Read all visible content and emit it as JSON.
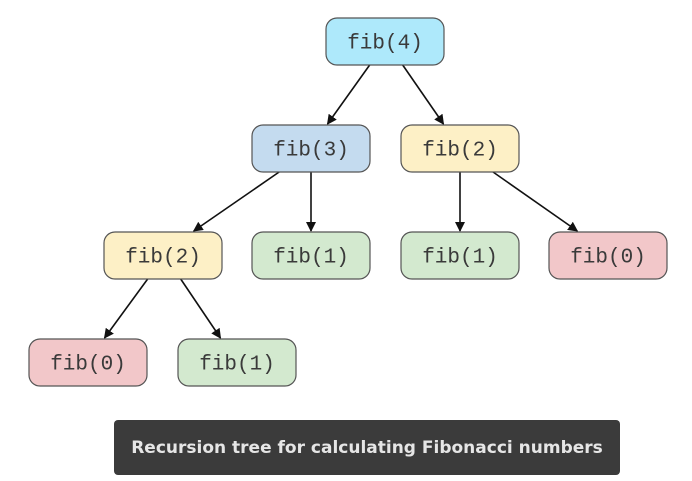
{
  "diagram": {
    "nodes": [
      {
        "id": "n4",
        "label": "fib(4)",
        "color": "#aee9fb"
      },
      {
        "id": "n3",
        "label": "fib(3)",
        "color": "#c4dbef"
      },
      {
        "id": "n2a",
        "label": "fib(2)",
        "color": "#fdf0c6"
      },
      {
        "id": "n1a",
        "label": "fib(1)",
        "color": "#d3e9cf"
      },
      {
        "id": "n2b",
        "label": "fib(2)",
        "color": "#fdf0c6"
      },
      {
        "id": "n1b",
        "label": "fib(1)",
        "color": "#d3e9cf"
      },
      {
        "id": "n0a",
        "label": "fib(0)",
        "color": "#f2c7c9"
      },
      {
        "id": "n0b",
        "label": "fib(0)",
        "color": "#f2c7c9"
      },
      {
        "id": "n1c",
        "label": "fib(1)",
        "color": "#d3e9cf"
      }
    ],
    "edges": [
      {
        "from": "n4",
        "to": "n3"
      },
      {
        "from": "n4",
        "to": "n2a"
      },
      {
        "from": "n3",
        "to": "n2b"
      },
      {
        "from": "n3",
        "to": "n1a"
      },
      {
        "from": "n2a",
        "to": "n1b"
      },
      {
        "from": "n2a",
        "to": "n0a"
      },
      {
        "from": "n2b",
        "to": "n0b"
      },
      {
        "from": "n2b",
        "to": "n1c"
      }
    ]
  },
  "caption": "Recursion tree for calculating Fibonacci numbers"
}
